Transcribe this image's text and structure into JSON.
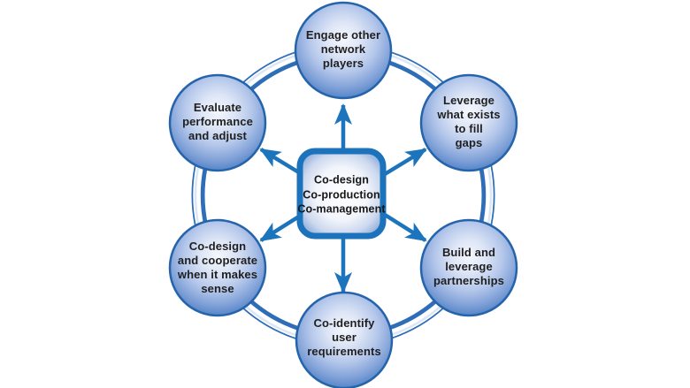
{
  "diagram": {
    "center_box": {
      "label": "Co-design\nCo-production\nCo-management"
    },
    "nodes": [
      {
        "id": "engage-other-network-players",
        "position": "top",
        "label": "Engage other\nnetwork\nplayers"
      },
      {
        "id": "leverage-what-exists",
        "position": "top-right",
        "label": "Leverage\nwhat exists\nto fill\ngaps"
      },
      {
        "id": "build-leverage-partnerships",
        "position": "bottom-right",
        "label": "Build and\nleverage\npartnerships"
      },
      {
        "id": "co-identify-user-requirements",
        "position": "bottom",
        "label": "Co-identify\nuser\nrequirements"
      },
      {
        "id": "co-design-and-cooperate",
        "position": "bottom-left",
        "label": "Co-design\nand cooperate\nwhen it makes\nsense"
      },
      {
        "id": "evaluate-performance-adjust",
        "position": "top-left",
        "label": "Evaluate\nperformance\nand adjust"
      }
    ],
    "colors": {
      "arrow_blue": "#1b74bc",
      "ring_blue": "#2e6db8",
      "node_edge_blue": "#3670ba",
      "node_rim_blue": "#2564ab",
      "node_highlight": "#f4f7fd",
      "box_border_blue": "#1c73bb",
      "text_dark": "#1f1f1f",
      "background": "#ffffff"
    }
  }
}
